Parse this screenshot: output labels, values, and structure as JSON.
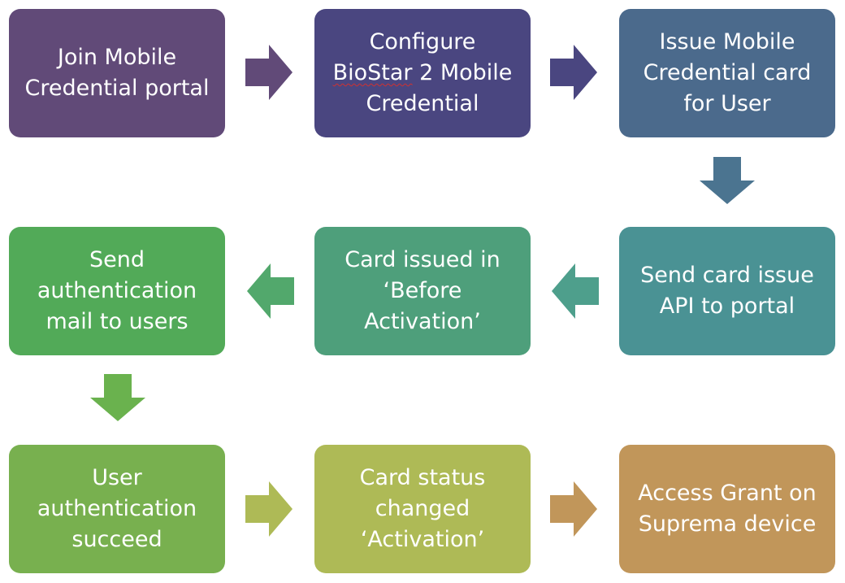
{
  "steps": [
    {
      "id": 1,
      "text": "Join Mobile\nCredential portal",
      "color": "#614A78"
    },
    {
      "id": 2,
      "text_line1": "Configure",
      "text_line2_marked": "BioStar",
      "text_line2_rest": " 2 Mobile",
      "text_line3": "Credential",
      "color": "#4A4680"
    },
    {
      "id": 3,
      "text": "Issue Mobile\nCredential card\nfor User",
      "color": "#4B6A8C"
    },
    {
      "id": 4,
      "text": "Send card issue\nAPI to portal",
      "color": "#4A9294"
    },
    {
      "id": 5,
      "text": "Card issued in\n‘Before\nActivation’",
      "color": "#4E9F7B"
    },
    {
      "id": 6,
      "text": "Send\nauthentication\nmail to users",
      "color": "#52AA58"
    },
    {
      "id": 7,
      "text": "User\nauthentication\nsucceed",
      "color": "#78B04F"
    },
    {
      "id": 8,
      "text": "Card status\nchanged\n‘Activation’",
      "color": "#AEBA56"
    },
    {
      "id": 9,
      "text": "Access Grant on\nSuprema device",
      "color": "#C1965A"
    }
  ],
  "arrows": [
    {
      "from": 1,
      "to": 2,
      "direction": "right",
      "color": "#614A78"
    },
    {
      "from": 2,
      "to": 3,
      "direction": "right",
      "color": "#4A4680"
    },
    {
      "from": 3,
      "to": 4,
      "direction": "down",
      "color": "#4B7490"
    },
    {
      "from": 4,
      "to": 5,
      "direction": "left",
      "color": "#4E9F8C"
    },
    {
      "from": 5,
      "to": 6,
      "direction": "left",
      "color": "#52A86C"
    },
    {
      "from": 6,
      "to": 7,
      "direction": "down",
      "color": "#6AB24E"
    },
    {
      "from": 7,
      "to": 8,
      "direction": "right",
      "color": "#AEBA56"
    },
    {
      "from": 8,
      "to": 9,
      "direction": "right",
      "color": "#C1965A"
    }
  ]
}
